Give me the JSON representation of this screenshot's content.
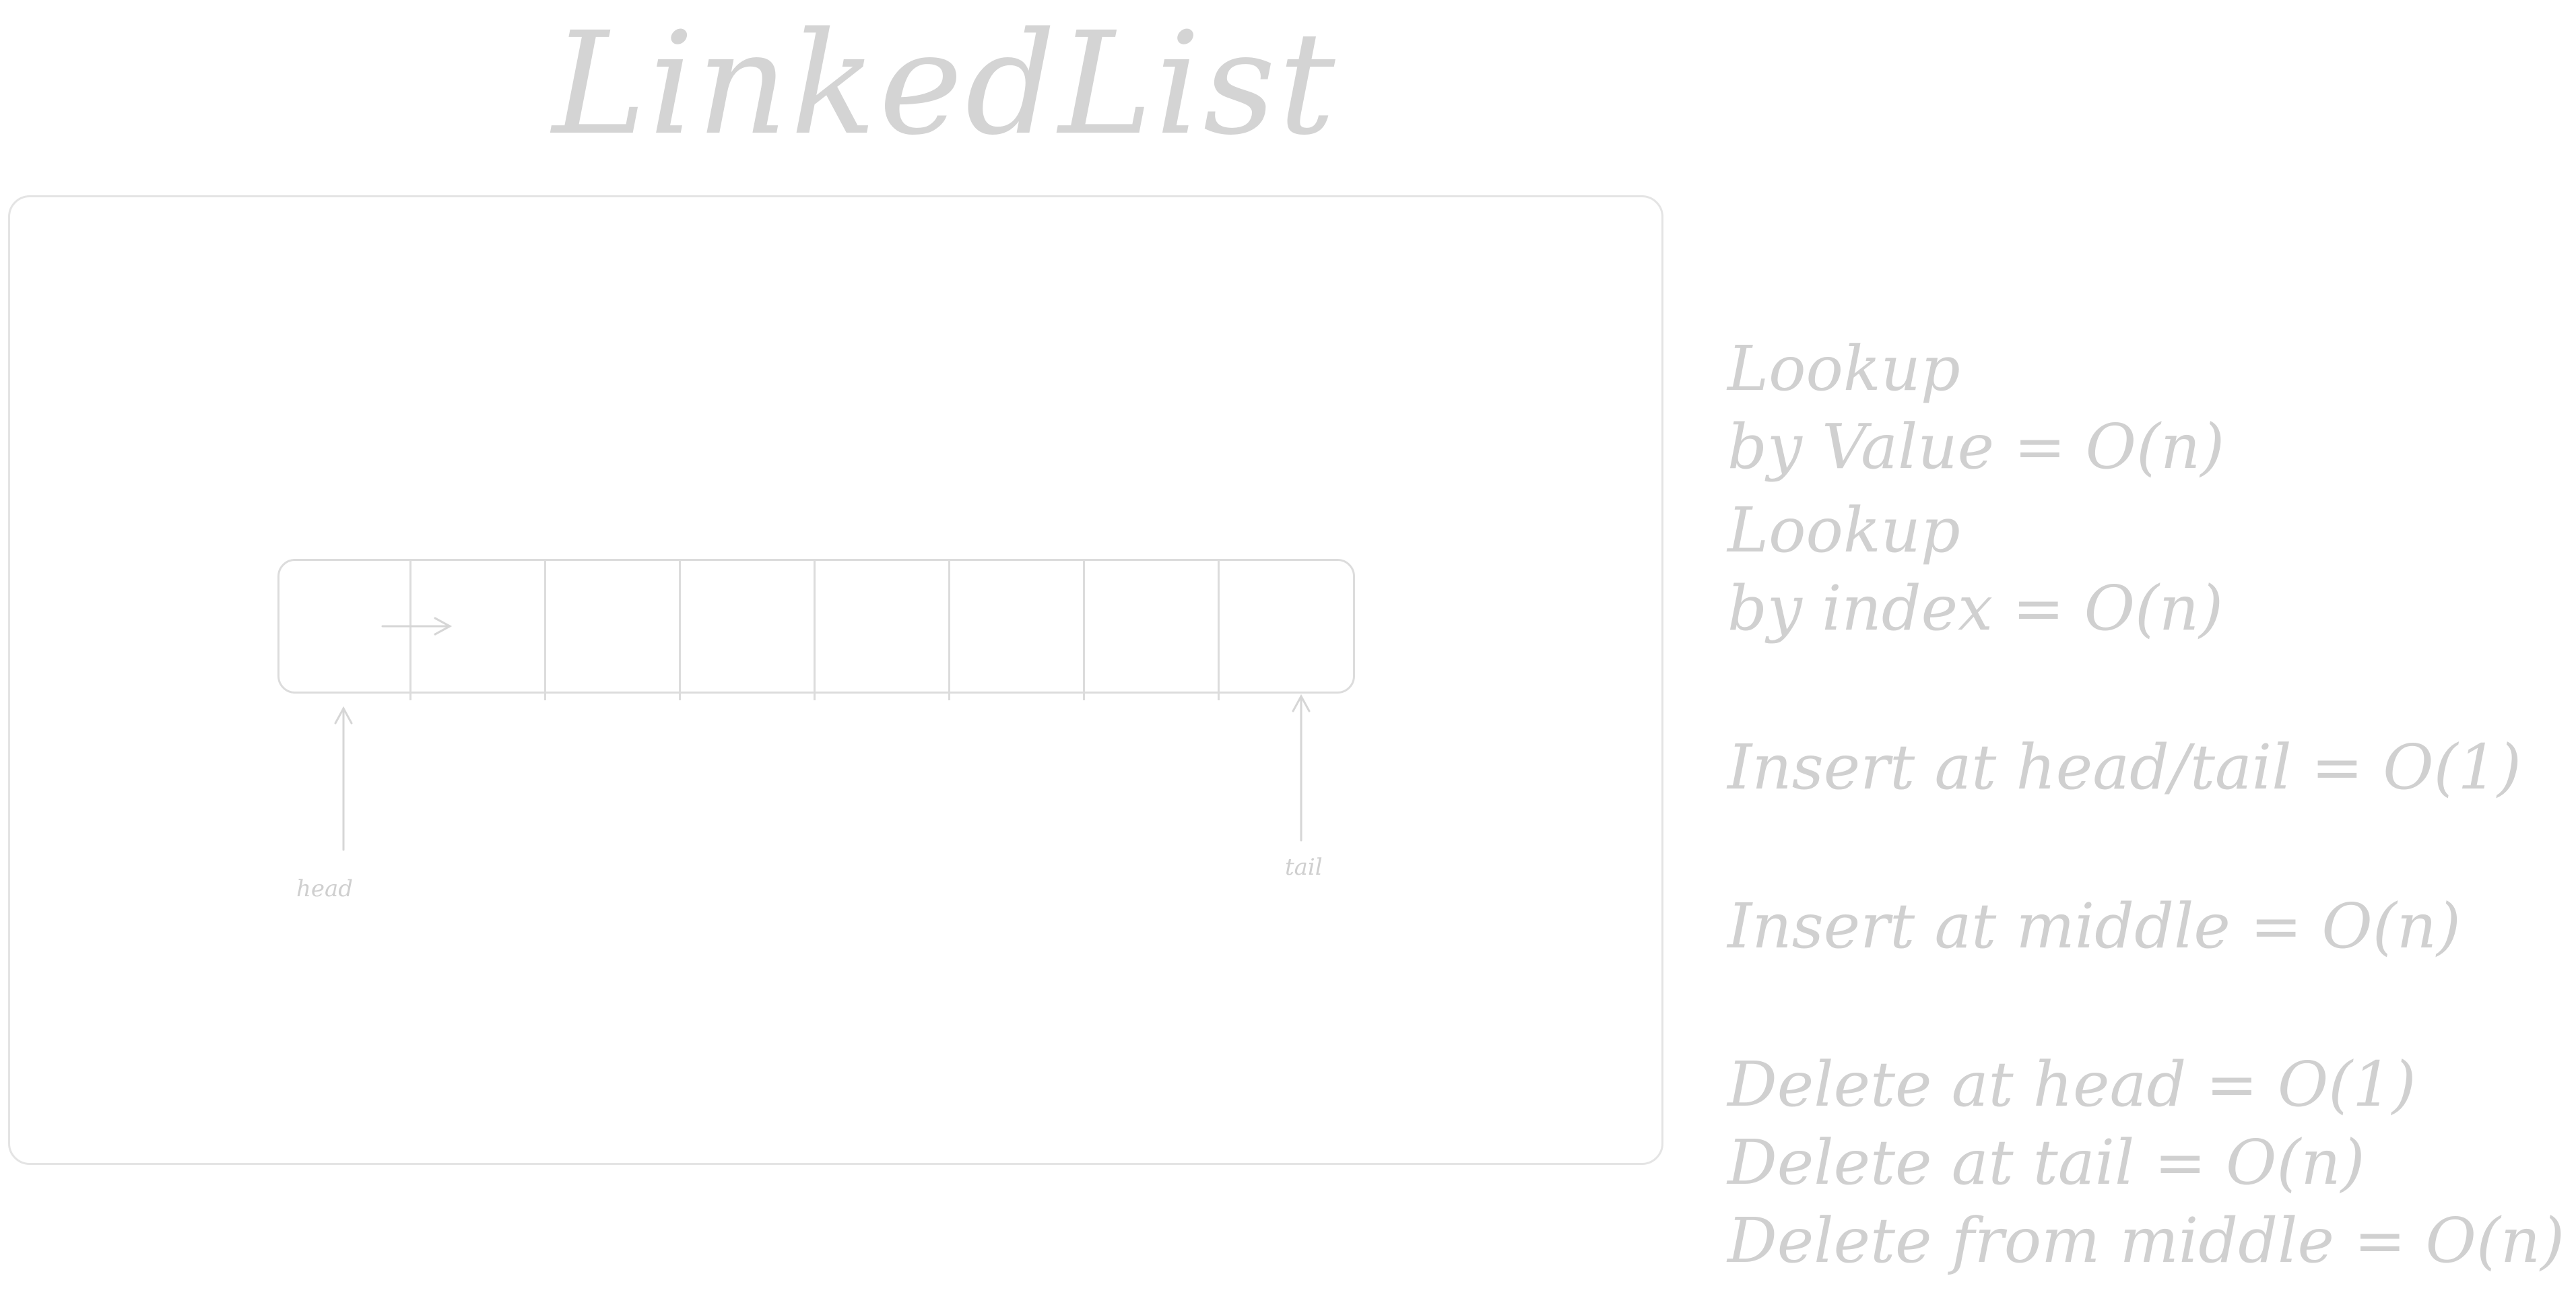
{
  "title": "LinkedList",
  "diagram": {
    "cell_count": 8,
    "head_label": "head",
    "tail_label": "tail"
  },
  "notes": [
    "Lookup",
    "by Value = O(n)",
    "Lookup",
    "by index = O(n)",
    "Insert at head/tail = O(1)",
    "Insert at middle = O(n)",
    "Delete at head = O(1)",
    "Delete at tail = O(n)",
    "Delete from middle = O(n)"
  ],
  "colors": {
    "ink": "#d0d0d0",
    "stroke": "#dcdcdc"
  }
}
